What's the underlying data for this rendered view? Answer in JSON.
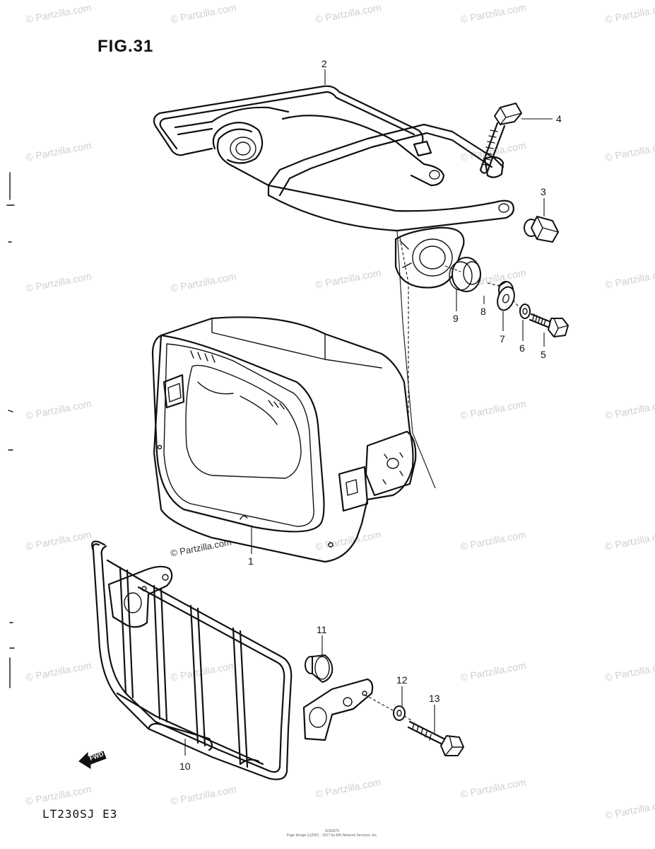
{
  "figure": {
    "title": "FIG.31",
    "model": "LT230SJ E3"
  },
  "footer": {
    "code": "52S0373",
    "credit": "Page design (c)2001 - 2017 by ARI Network Services, Inc."
  },
  "watermark": {
    "text": "© Partzilla.com"
  },
  "fwd_label": "FWD",
  "callouts": [
    "1",
    "2",
    "3",
    "4",
    "5",
    "6",
    "7",
    "8",
    "9",
    "10",
    "11",
    "12",
    "13"
  ]
}
